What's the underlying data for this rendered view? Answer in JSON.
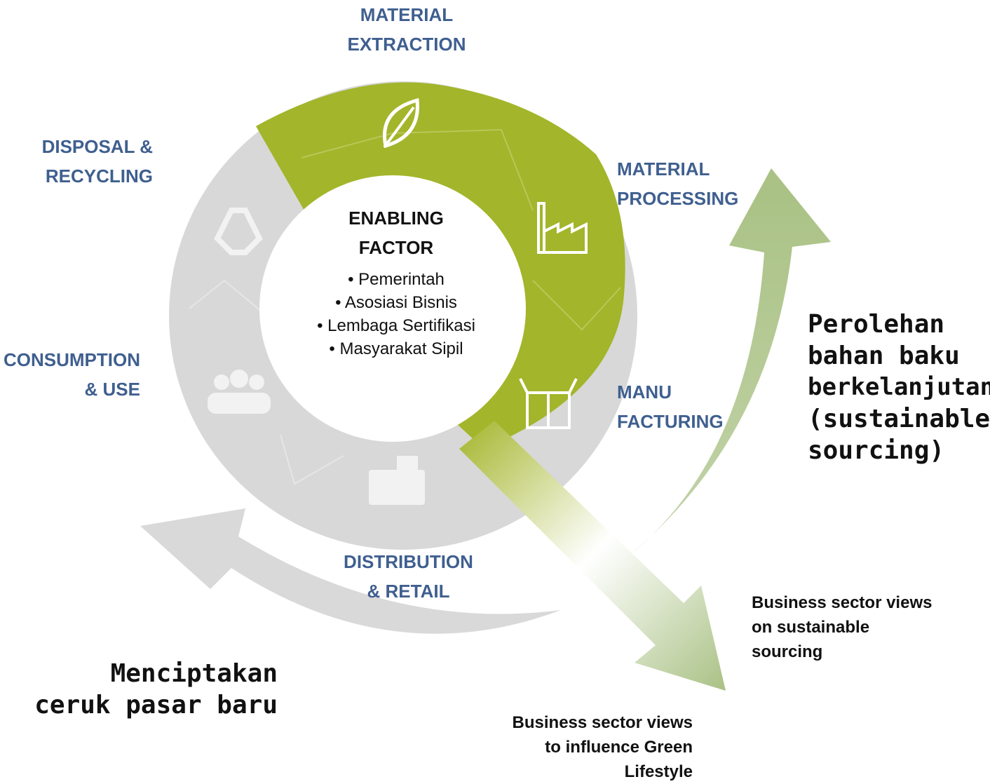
{
  "stages": {
    "material_extraction": [
      "MATERIAL",
      "EXTRACTION"
    ],
    "material_processing": [
      "MATERIAL",
      "PROCESSING"
    ],
    "manufacturing": [
      "MANU",
      "FACTURING"
    ],
    "distribution": [
      "DISTRIBUTION",
      "& RETAIL"
    ],
    "consumption": [
      "CONSUMPTION",
      "& USE"
    ],
    "disposal": [
      "DISPOSAL &",
      "RECYCLING"
    ]
  },
  "enabling_factor": {
    "title": [
      "ENABLING",
      "FACTOR"
    ],
    "items": [
      "• Pemerintah",
      "• Asosiasi Bisnis",
      "• Lembaga Sertifikasi",
      "• Masyarakat Sipil"
    ]
  },
  "right_text": [
    "Perolehan",
    "bahan baku",
    "berkelanjutan",
    "(sustainable",
    "sourcing)"
  ],
  "left_text": [
    "Menciptakan",
    "ceruk pasar baru"
  ],
  "note_sourcing": [
    "Business sector views",
    "on sustainable",
    "sourcing"
  ],
  "note_lifestyle": [
    "Business sector views",
    "to influence Green",
    "Lifestyle"
  ],
  "colors": {
    "green_ring": "#a3b52a",
    "gray_ring": "#d8d8d8",
    "label_blue": "#3f5f8f",
    "arrow_green": "#a9c184",
    "arrow_gray": "#d9d9d9"
  },
  "icons": [
    "leaf-icon",
    "factory-icon",
    "box-icon",
    "cash-register-icon",
    "people-icon",
    "recycle-icon"
  ]
}
